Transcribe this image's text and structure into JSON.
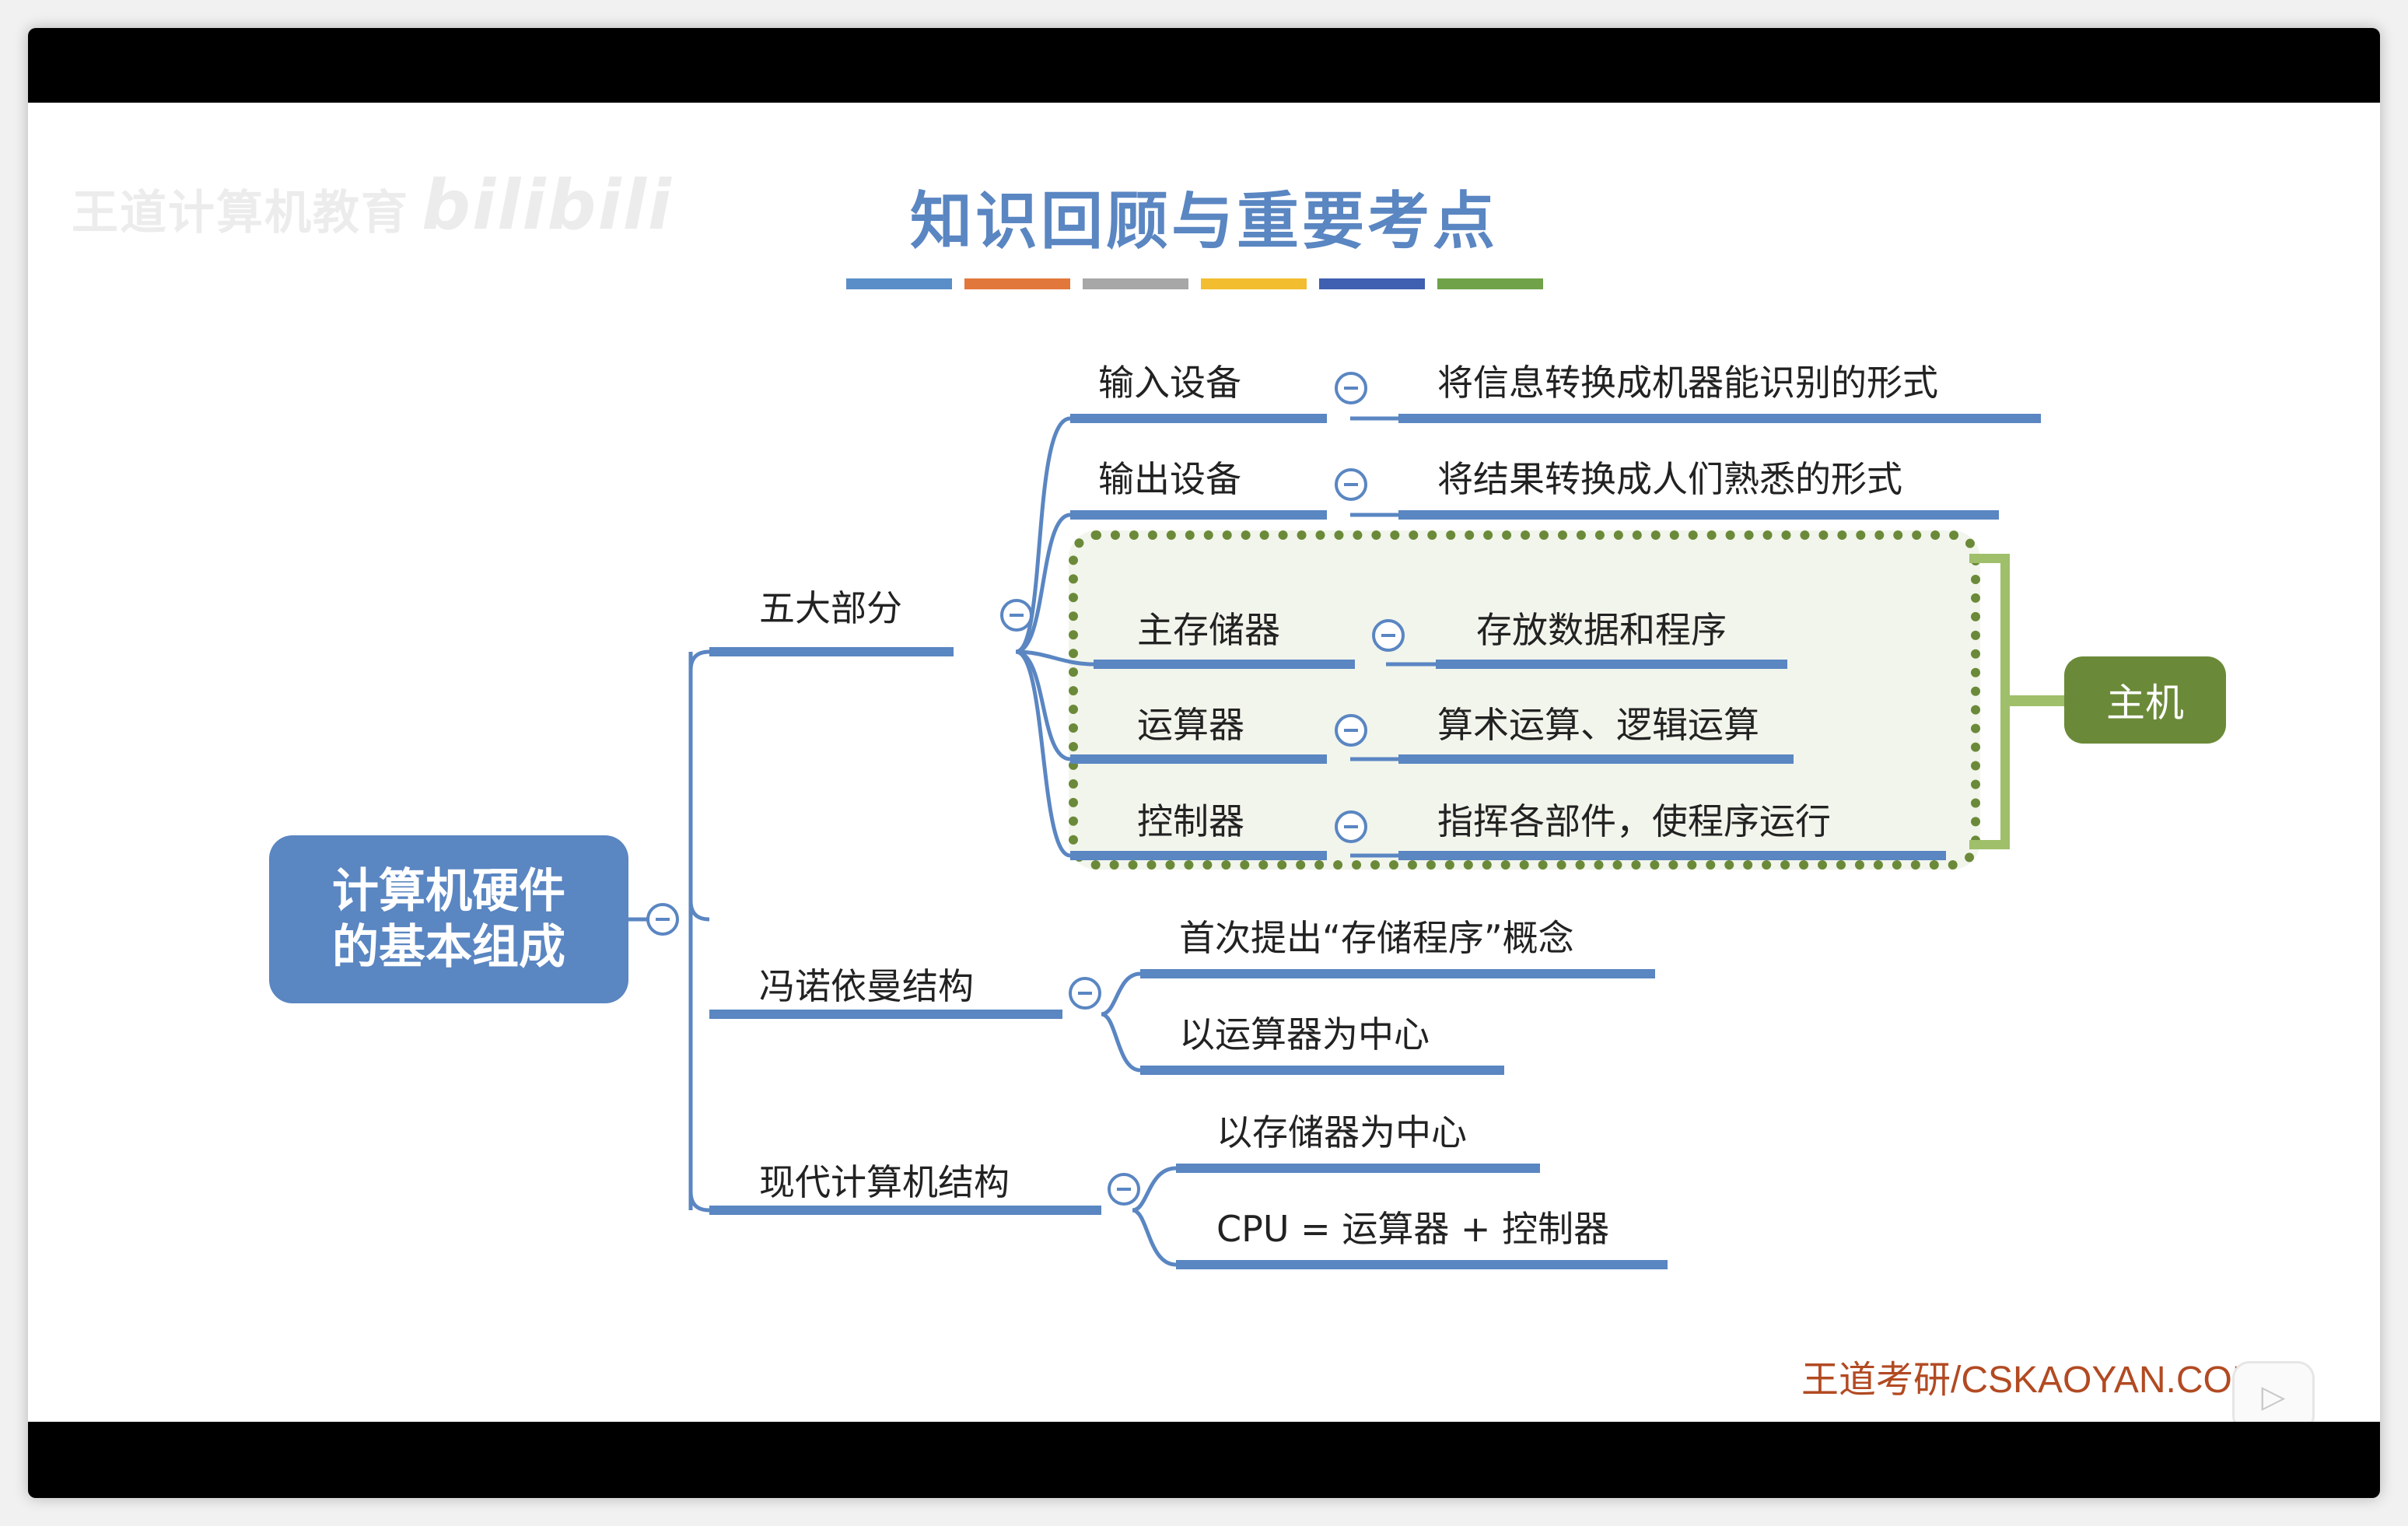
{
  "slide": {
    "title": "知识回顾与重要考点",
    "watermark": {
      "org": "王道计算机教育",
      "site": "bilibili"
    },
    "accent_colors": [
      "#5a8ec9",
      "#e2773b",
      "#a7a7a7",
      "#f2bd2f",
      "#3f5fb0",
      "#70a24a"
    ],
    "brand": "王道考研/CSKAOYAN.COM"
  },
  "mindmap": {
    "root": {
      "line1": "计算机硬件",
      "line2": "的基本组成"
    },
    "branches": {
      "five_parts": {
        "label": "五大部分",
        "children": {
          "input": {
            "label": "输入设备",
            "desc": "将信息转换成机器能识别的形式"
          },
          "output": {
            "label": "输出设备",
            "desc": "将结果转换成人们熟悉的形式"
          },
          "memory": {
            "label": "主存储器",
            "desc": "存放数据和程序"
          },
          "alu": {
            "label": "运算器",
            "desc": "算术运算、逻辑运算"
          },
          "control": {
            "label": "控制器",
            "desc": "指挥各部件，使程序运行"
          }
        }
      },
      "von_neumann": {
        "label": "冯诺依曼结构",
        "children": [
          "首次提出“存储程序”概念",
          "以运算器为中心"
        ]
      },
      "modern": {
        "label": "现代计算机结构",
        "children": [
          "以存储器为中心",
          "CPU = 运算器 + 控制器"
        ]
      }
    },
    "host_label": "主机"
  },
  "colors": {
    "branch": "#5a86c2",
    "host_group": "#6b8a39",
    "host_bracket": "#9fbf6a"
  }
}
